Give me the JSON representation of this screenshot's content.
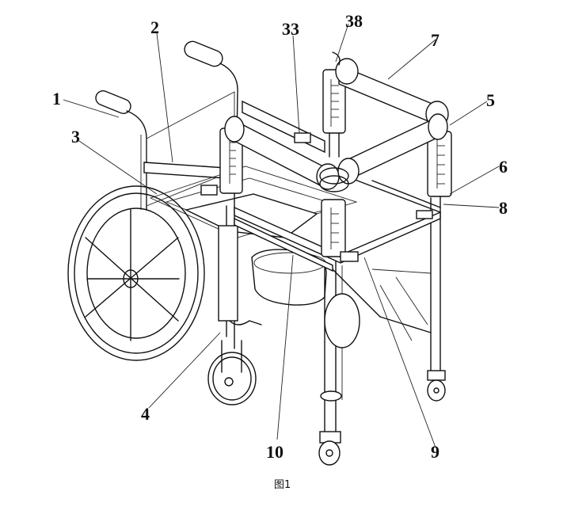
{
  "figure": {
    "caption": "图1",
    "labels": [
      {
        "id": "label-1",
        "text": "1"
      },
      {
        "id": "label-2",
        "text": "2"
      },
      {
        "id": "label-3",
        "text": "3"
      },
      {
        "id": "label-4",
        "text": "4"
      },
      {
        "id": "label-5",
        "text": "5"
      },
      {
        "id": "label-6",
        "text": "6"
      },
      {
        "id": "label-7",
        "text": "7"
      },
      {
        "id": "label-8",
        "text": "8"
      },
      {
        "id": "label-9",
        "text": "9"
      },
      {
        "id": "label-10",
        "text": "10"
      },
      {
        "id": "label-33",
        "text": "33"
      },
      {
        "id": "label-38",
        "text": "38"
      }
    ]
  }
}
